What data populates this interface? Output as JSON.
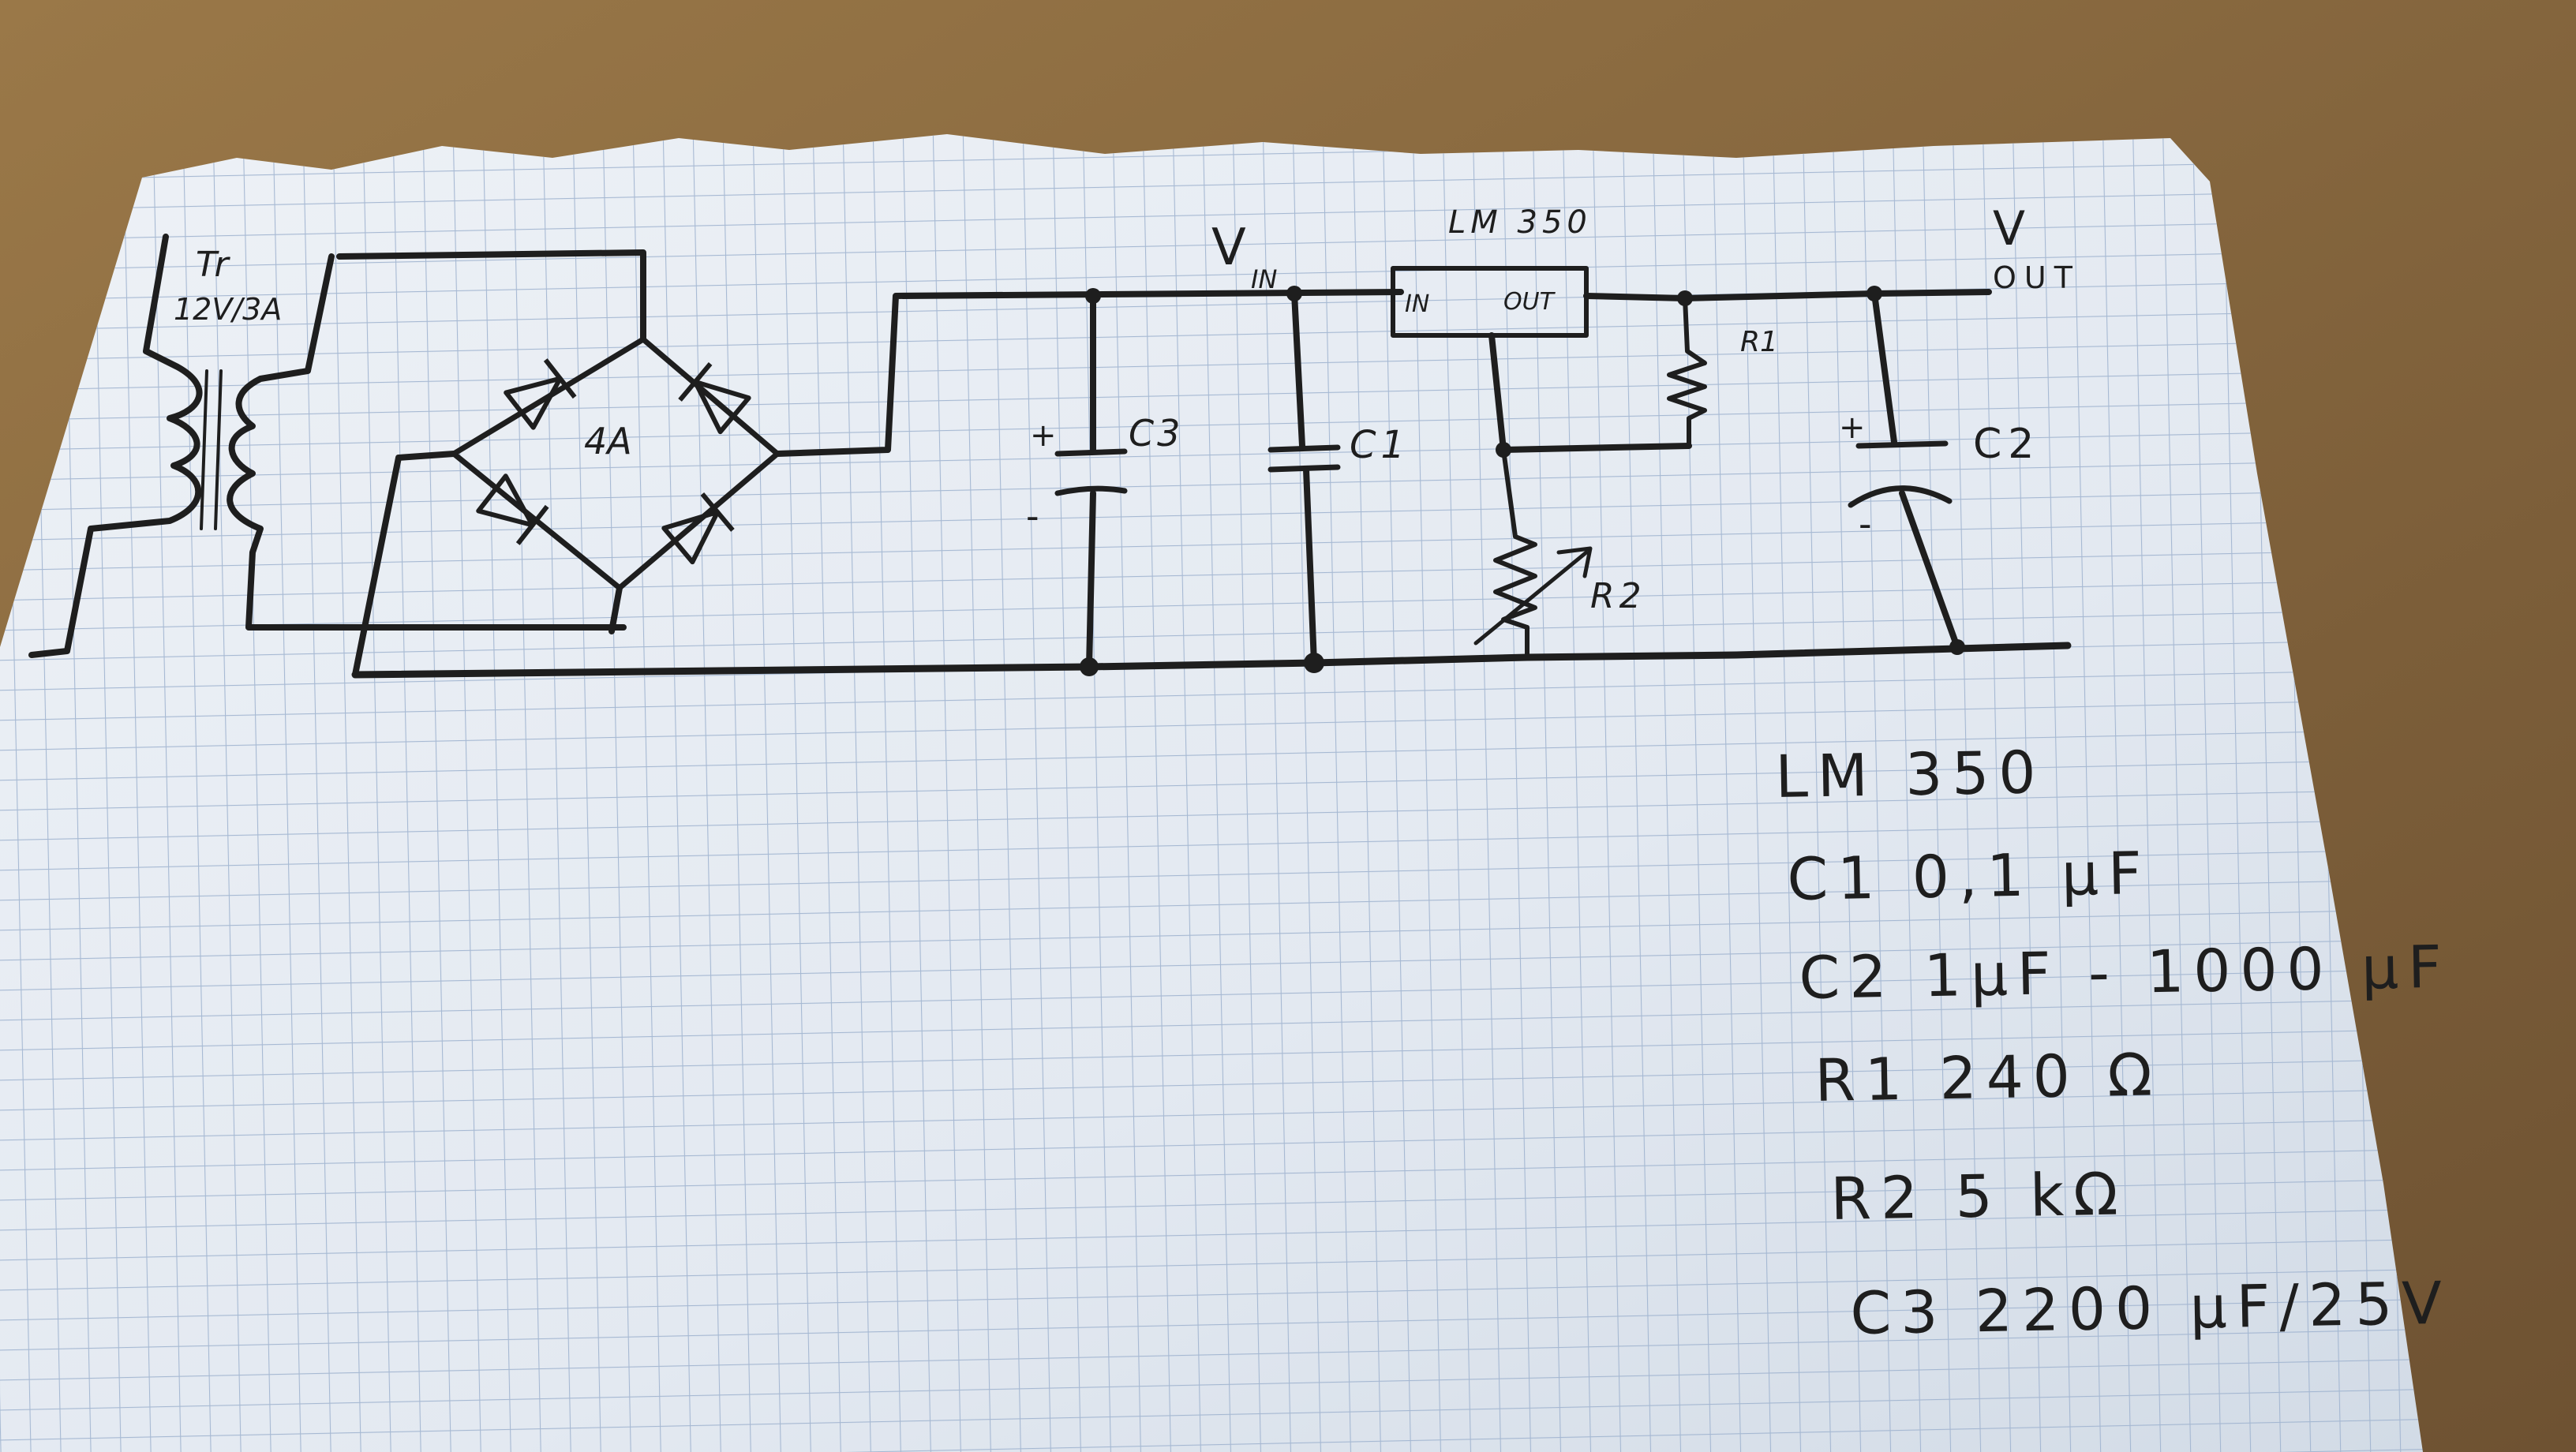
{
  "diagram": {
    "labels": {
      "transformer": "Tr",
      "transformer_rating": "12V/3A",
      "bridge_rating": "4A",
      "vin": "V",
      "vin_sub": "IN",
      "regulator": "LM 350",
      "reg_in": "IN",
      "reg_out": "OUT",
      "vout": "V",
      "vout_sub": "OUT",
      "r1": "R1",
      "r2": "R2",
      "c1": "C1",
      "c2": "C2",
      "c3": "C3",
      "plus": "+",
      "minus": "-"
    },
    "parts_list": [
      "LM 350",
      "C1 0,1 µF",
      "C2 1µF - 1000 µF",
      "R1 240 Ω",
      "R2 5 kΩ",
      "C3 2200 µF/25V"
    ]
  },
  "colors": {
    "desk": "#8a6a40",
    "paper": "#e9eef4",
    "grid": "#9fb3cf",
    "ink": "#1e1e1e"
  }
}
